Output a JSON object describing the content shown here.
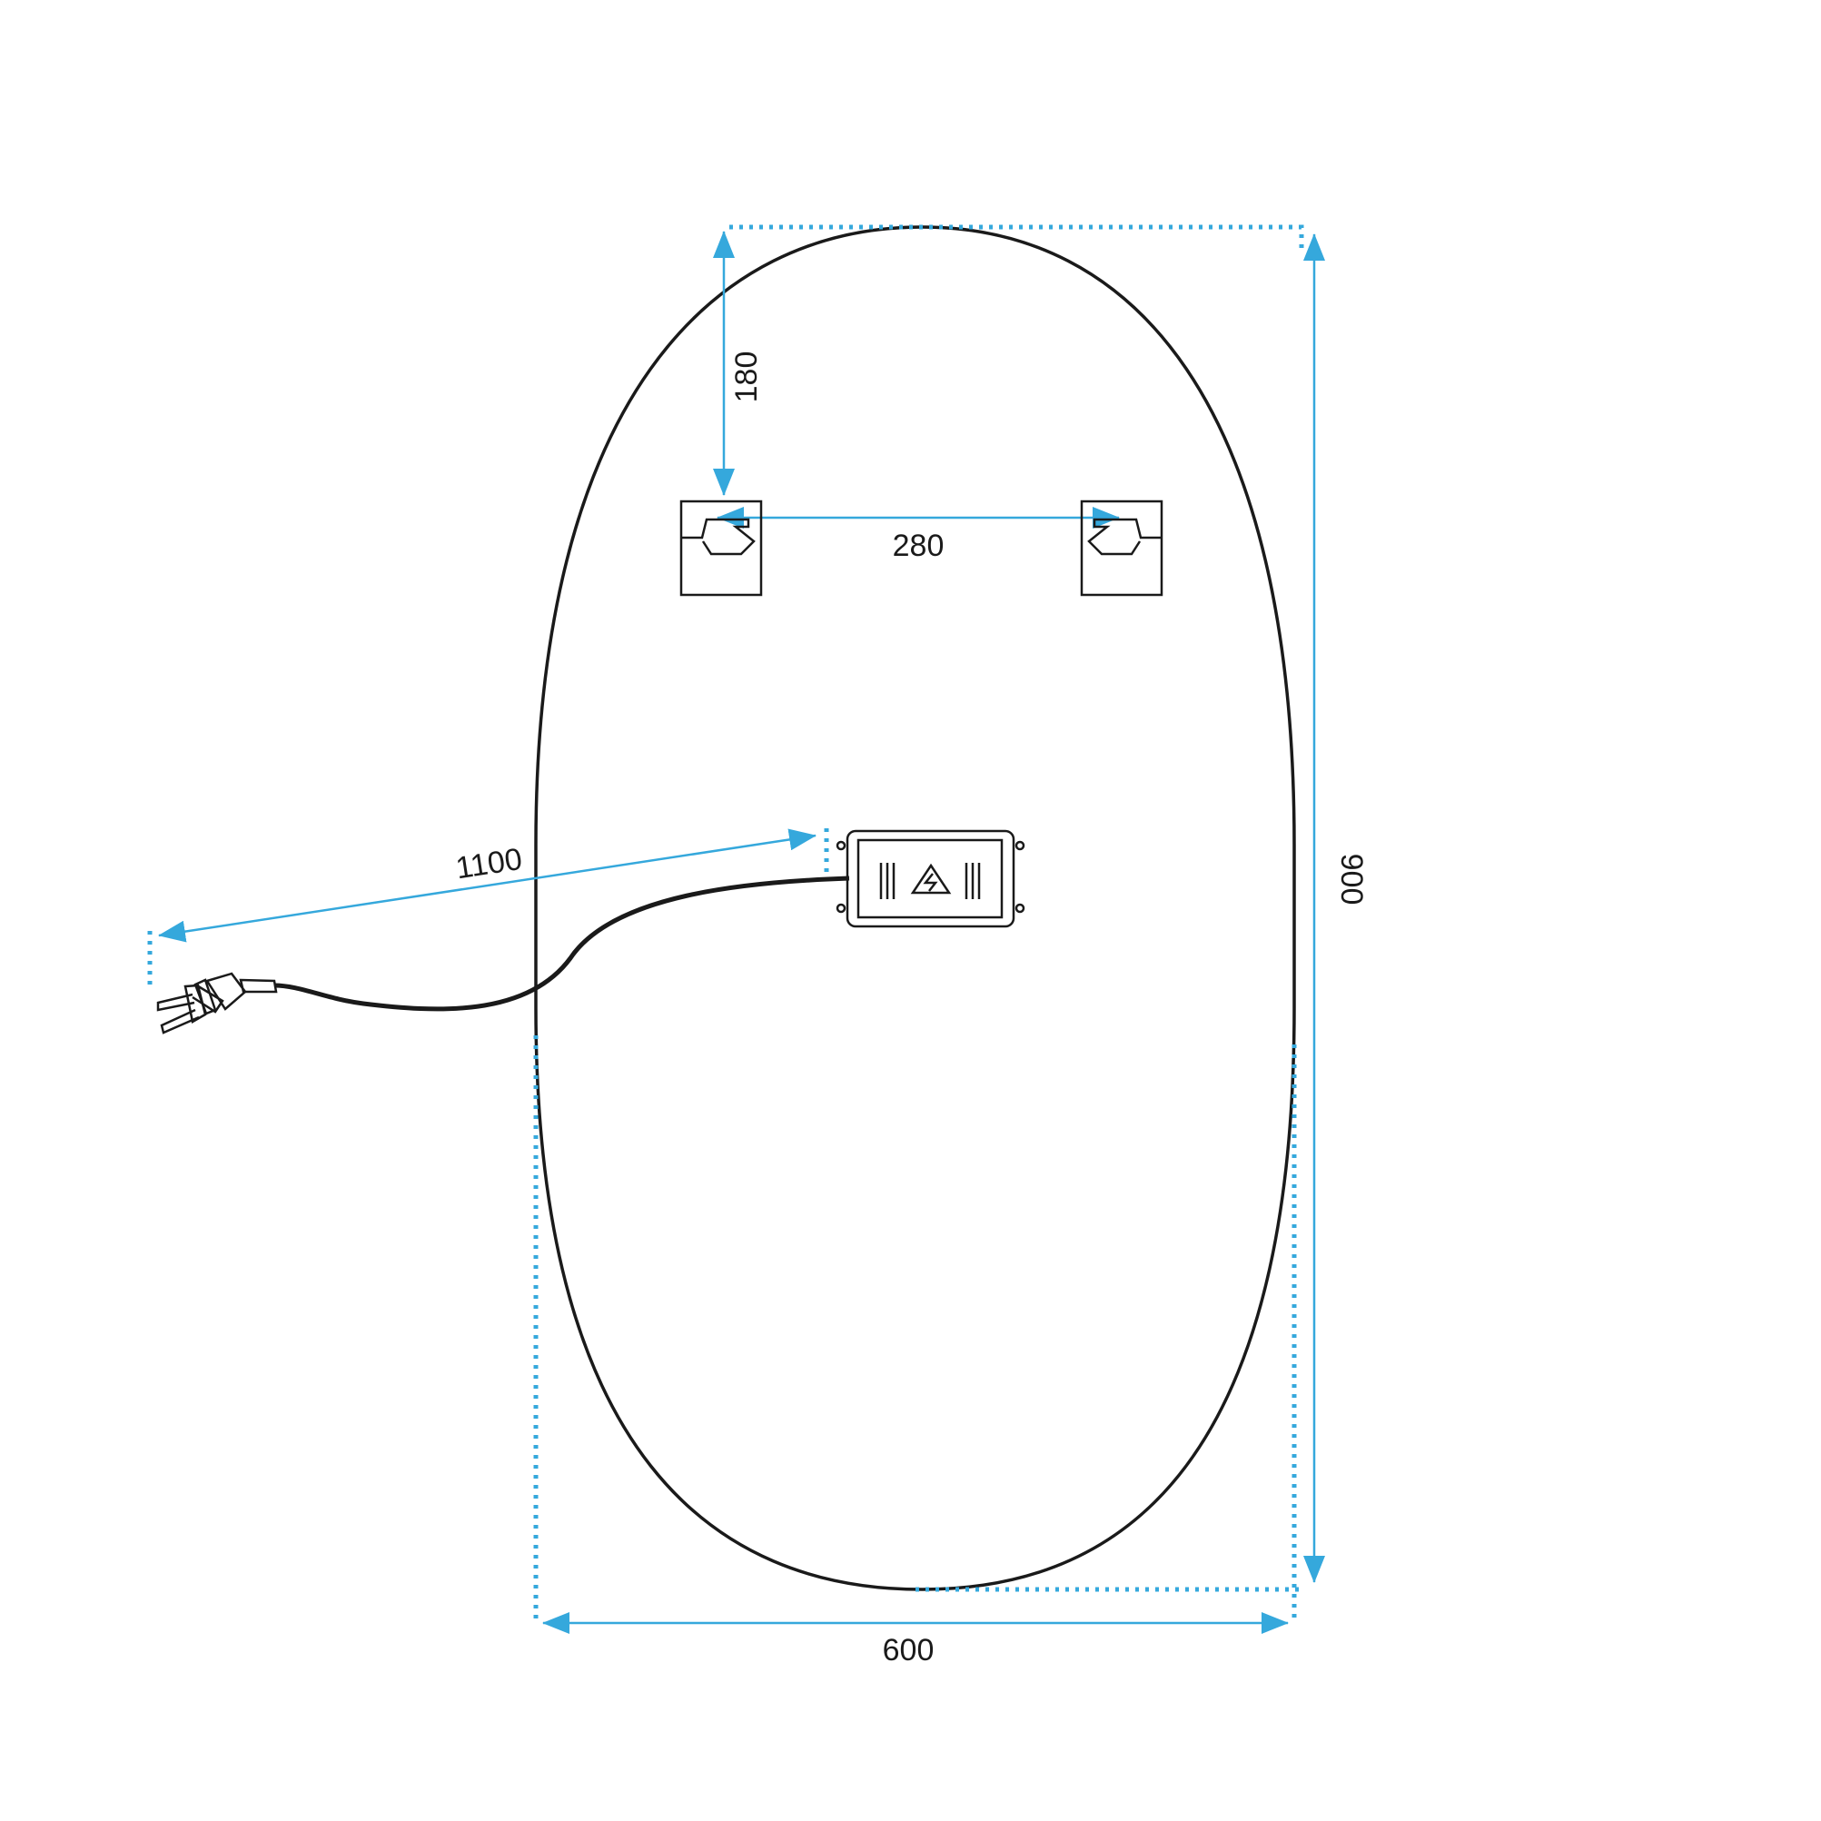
{
  "colors": {
    "dimension": "#35a8dc",
    "outline": "#1a1a1a",
    "background": "#ffffff"
  },
  "dimensions": {
    "height_label": "900",
    "width_label": "600",
    "hook_spacing_label": "280",
    "hook_top_offset_label": "180",
    "cable_length_label": "1100"
  },
  "icons": {
    "hook": "wall-hook-icon",
    "driver": "power-driver-box-icon",
    "warning": "warning-triangle-icon",
    "plug": "power-plug-icon"
  }
}
